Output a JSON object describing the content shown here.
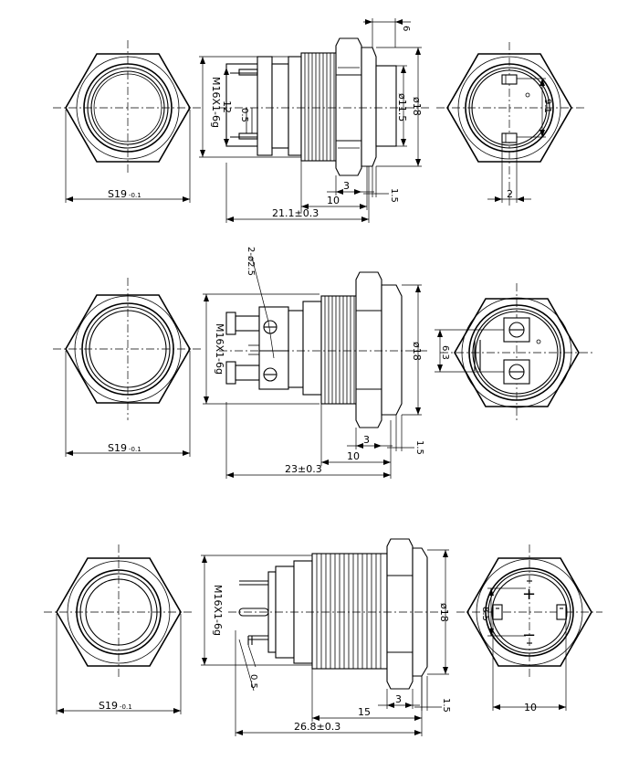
{
  "views": [
    {
      "front": {
        "hex_across_flats": "S19",
        "hex_tolerance": "-0.1"
      },
      "side": {
        "thread": "M16X1-6g",
        "terminal_span": "12",
        "terminal_thickness": "0.5",
        "nut_thickness": "3",
        "panel_length": "10",
        "total_length": "21.1±0.3",
        "nut_offset": "6",
        "lip": "1.5",
        "inner_diameter": "ø11.5",
        "outer_diameter": "ø18"
      },
      "rear": {
        "pin_span": "9.1",
        "pin_width": "2"
      }
    },
    {
      "front": {
        "hex_across_flats": "S19",
        "hex_tolerance": "-0.1"
      },
      "side": {
        "thread": "M16X1-6g",
        "screw_holes": "2-ø2.5",
        "nut_thickness": "3",
        "panel_length": "10",
        "total_length": "23±0.3",
        "lip": "1.5",
        "outer_diameter": "ø18"
      },
      "rear": {
        "pin_span": "6.3"
      }
    },
    {
      "front": {
        "hex_across_flats": "S19",
        "hex_tolerance": "-0.1"
      },
      "side": {
        "thread": "M16X1-6g",
        "terminal_thickness": "0.5",
        "panel_length": "15",
        "nut_thickness": "3",
        "total_length": "26.8±0.3",
        "lip": "1.5",
        "outer_diameter": "ø18"
      },
      "rear": {
        "pin_span": "8.5",
        "pin_width": "10",
        "plus": "+",
        "minus": "−"
      }
    }
  ]
}
